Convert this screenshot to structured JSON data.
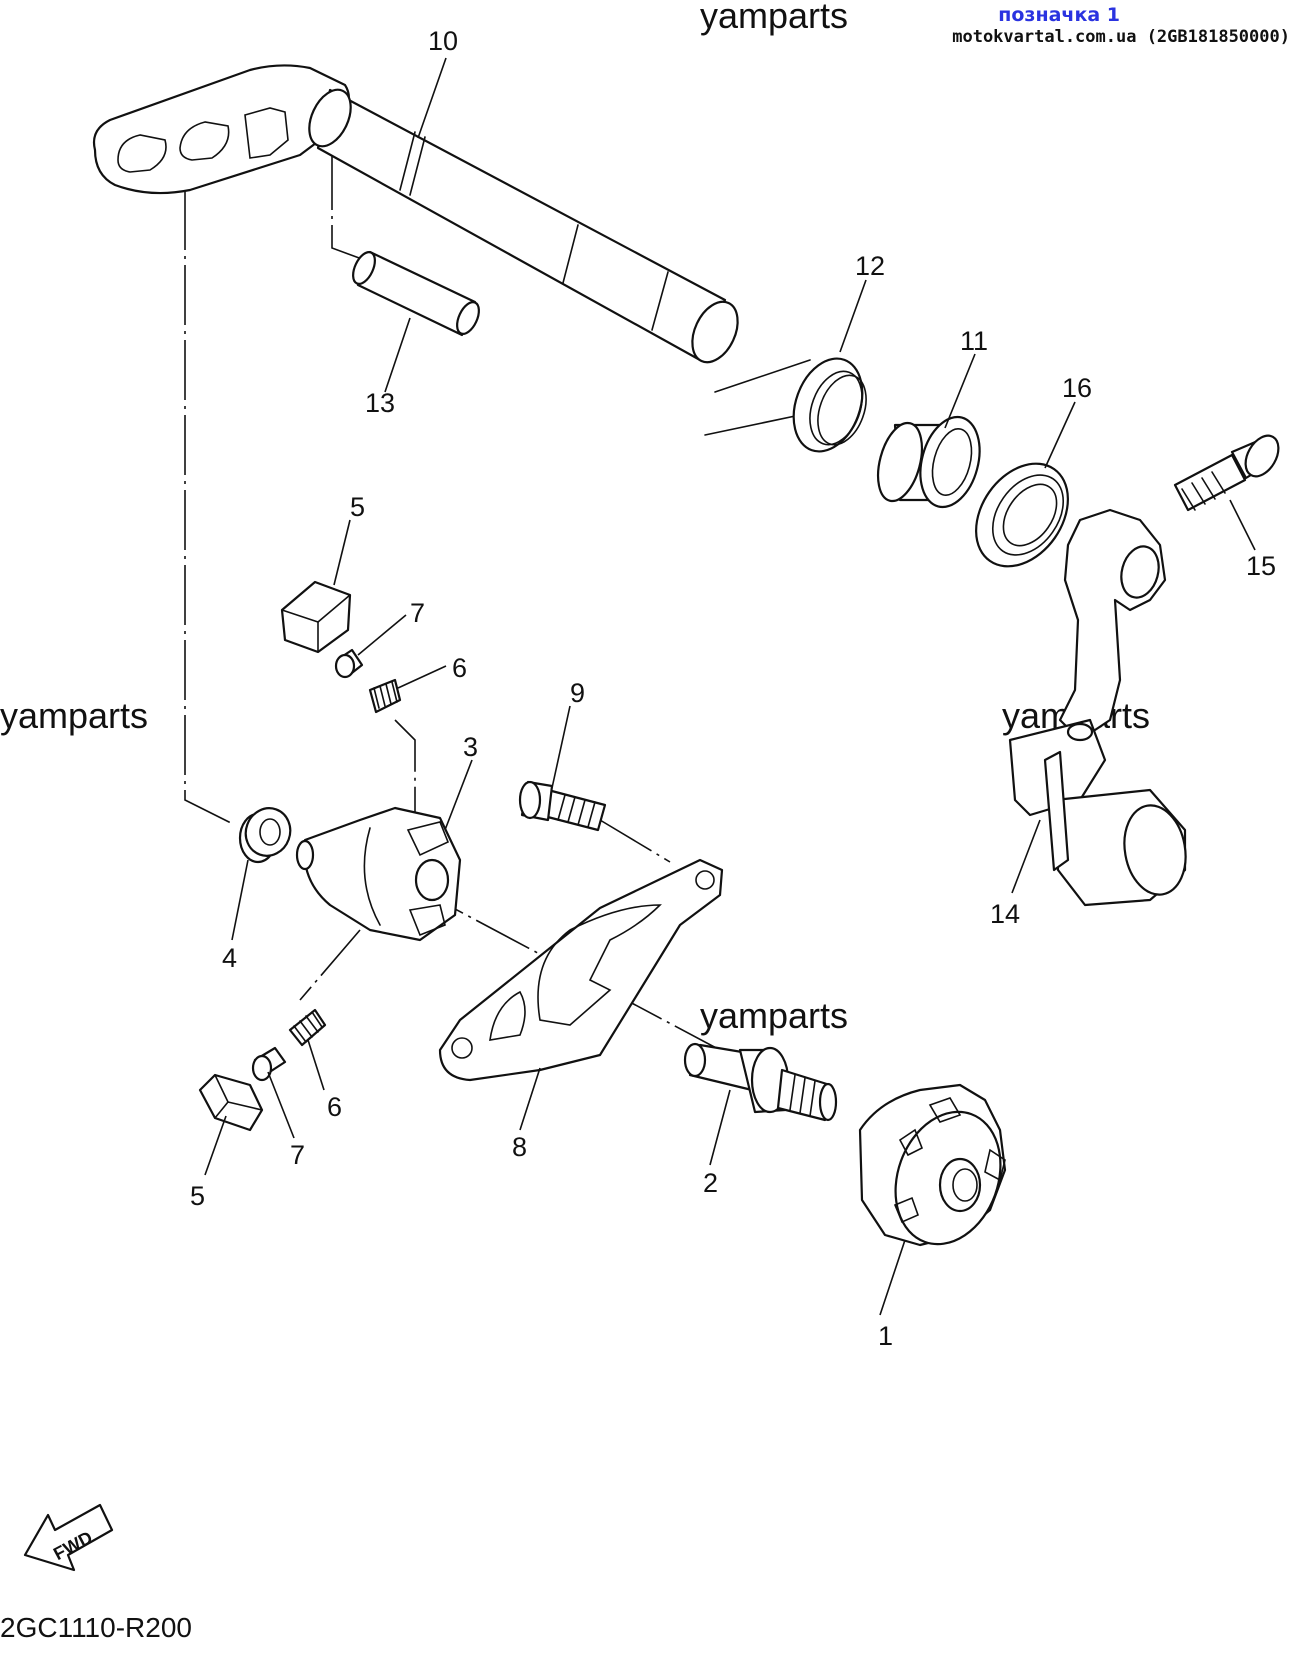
{
  "watermark": "yamparts",
  "header": {
    "tag": "позначка 1",
    "source": "motokvartal.com.ua (2GB181850000)"
  },
  "callouts": {
    "p1": "1",
    "p2": "2",
    "p3": "3",
    "p4": "4",
    "p5a": "5",
    "p5b": "5",
    "p6a": "6",
    "p6b": "6",
    "p7a": "7",
    "p7b": "7",
    "p8": "8",
    "p9": "9",
    "p10": "10",
    "p11": "11",
    "p12": "12",
    "p13": "13",
    "p14": "14",
    "p15": "15",
    "p16": "16"
  },
  "fwd_label": "FWD",
  "diagram_ref": "2GC1110-R200"
}
